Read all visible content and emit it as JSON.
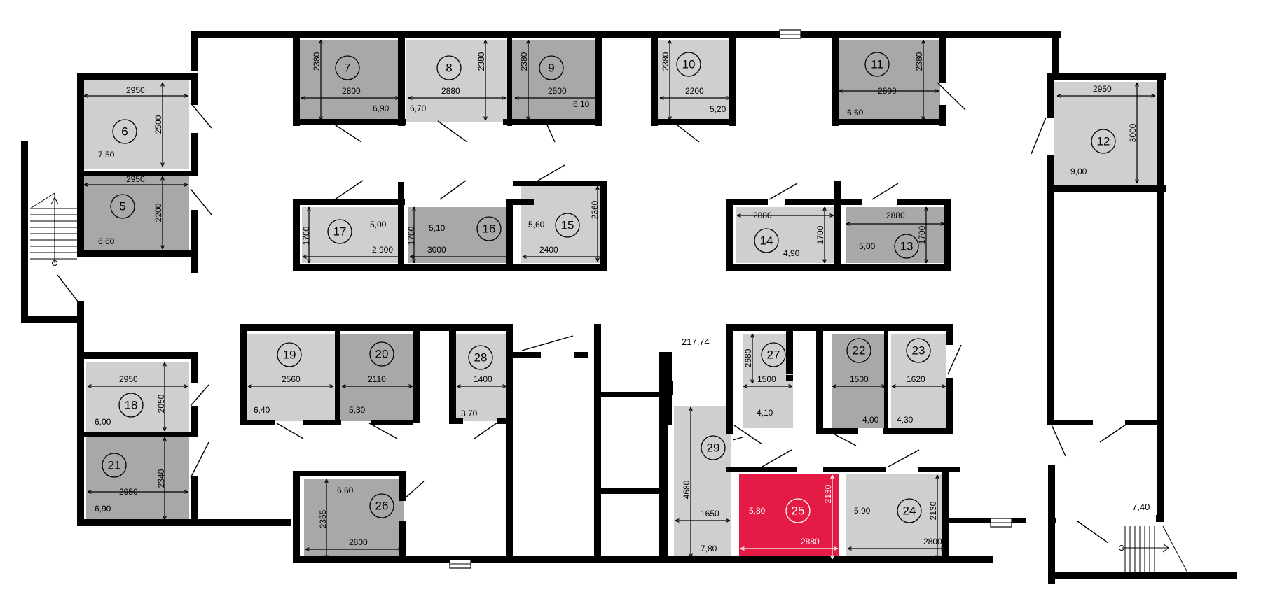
{
  "plan": {
    "total_area": "217,74",
    "highlight_color": "#e41c45",
    "fill_light": "#cfcfcf",
    "fill_dark": "#a8a8a8",
    "wall_color": "#000000",
    "stair_landing_area": "7,40"
  },
  "rooms": [
    {
      "id": "6",
      "number": "6",
      "area": "7,50",
      "width": "2950",
      "depth": "2500",
      "shade": "light",
      "highlighted": false
    },
    {
      "id": "5",
      "number": "5",
      "area": "6,60",
      "width": "2950",
      "depth": "2200",
      "shade": "dark",
      "highlighted": false
    },
    {
      "id": "7",
      "number": "7",
      "area": "6,90",
      "width": "2800",
      "depth": "2380",
      "shade": "dark",
      "highlighted": false
    },
    {
      "id": "8",
      "number": "8",
      "area": "6,70",
      "width": "2880",
      "depth": "2380",
      "shade": "light",
      "highlighted": false
    },
    {
      "id": "9",
      "number": "9",
      "area": "6,10",
      "width": "2500",
      "depth": "2380",
      "shade": "dark",
      "highlighted": false
    },
    {
      "id": "10",
      "number": "10",
      "area": "5,20",
      "width": "2200",
      "depth": "2380",
      "shade": "light",
      "highlighted": false
    },
    {
      "id": "11",
      "number": "11",
      "area": "6,60",
      "width": "2800",
      "depth": "2380",
      "shade": "dark",
      "highlighted": false
    },
    {
      "id": "12",
      "number": "12",
      "area": "9,00",
      "width": "2950",
      "depth": "3000",
      "shade": "light",
      "highlighted": false
    },
    {
      "id": "17",
      "number": "17",
      "area": "5,00",
      "width": "2,900",
      "depth": "1700",
      "shade": "light",
      "highlighted": false
    },
    {
      "id": "16",
      "number": "16",
      "area": "5,10",
      "width": "3000",
      "depth": "1700",
      "shade": "dark",
      "highlighted": false
    },
    {
      "id": "15",
      "number": "15",
      "area": "5,60",
      "width": "2400",
      "depth": "2360",
      "shade": "light",
      "highlighted": false
    },
    {
      "id": "14",
      "number": "14",
      "area": "4,90",
      "width": "2880",
      "depth": "1700",
      "shade": "light",
      "highlighted": false
    },
    {
      "id": "13",
      "number": "13",
      "area": "5,00",
      "width": "2880",
      "depth": "1700",
      "shade": "dark",
      "highlighted": false
    },
    {
      "id": "19",
      "number": "19",
      "area": "6,40",
      "width": "2560",
      "depth": "",
      "shade": "light",
      "highlighted": false
    },
    {
      "id": "20",
      "number": "20",
      "area": "5,30",
      "width": "2110",
      "depth": "",
      "shade": "dark",
      "highlighted": false
    },
    {
      "id": "28",
      "number": "28",
      "area": "3,70",
      "width": "1400",
      "depth": "",
      "shade": "light",
      "highlighted": false
    },
    {
      "id": "18",
      "number": "18",
      "area": "6,00",
      "width": "2950",
      "depth": "2050",
      "shade": "light",
      "highlighted": false
    },
    {
      "id": "21",
      "number": "21",
      "area": "6,90",
      "width": "2950",
      "depth": "2340",
      "shade": "dark",
      "highlighted": false
    },
    {
      "id": "26",
      "number": "26",
      "area": "6,60",
      "width": "2800",
      "depth": "2355",
      "shade": "dark",
      "highlighted": false
    },
    {
      "id": "27",
      "number": "27",
      "area": "4,10",
      "width": "1500",
      "depth": "2680",
      "shade": "light",
      "highlighted": false
    },
    {
      "id": "22",
      "number": "22",
      "area": "4,00",
      "width": "1500",
      "depth": "",
      "shade": "dark",
      "highlighted": false
    },
    {
      "id": "23",
      "number": "23",
      "area": "4,30",
      "width": "1620",
      "depth": "",
      "shade": "light",
      "highlighted": false
    },
    {
      "id": "29",
      "number": "29",
      "area": "7,80",
      "width": "1650",
      "depth": "4680",
      "shade": "light",
      "highlighted": false
    },
    {
      "id": "25",
      "number": "25",
      "area": "5,80",
      "width": "2880",
      "depth": "2130",
      "shade": "highlight",
      "highlighted": true
    },
    {
      "id": "24",
      "number": "24",
      "area": "5,90",
      "width": "2800",
      "depth": "2130",
      "shade": "light",
      "highlighted": false
    }
  ]
}
